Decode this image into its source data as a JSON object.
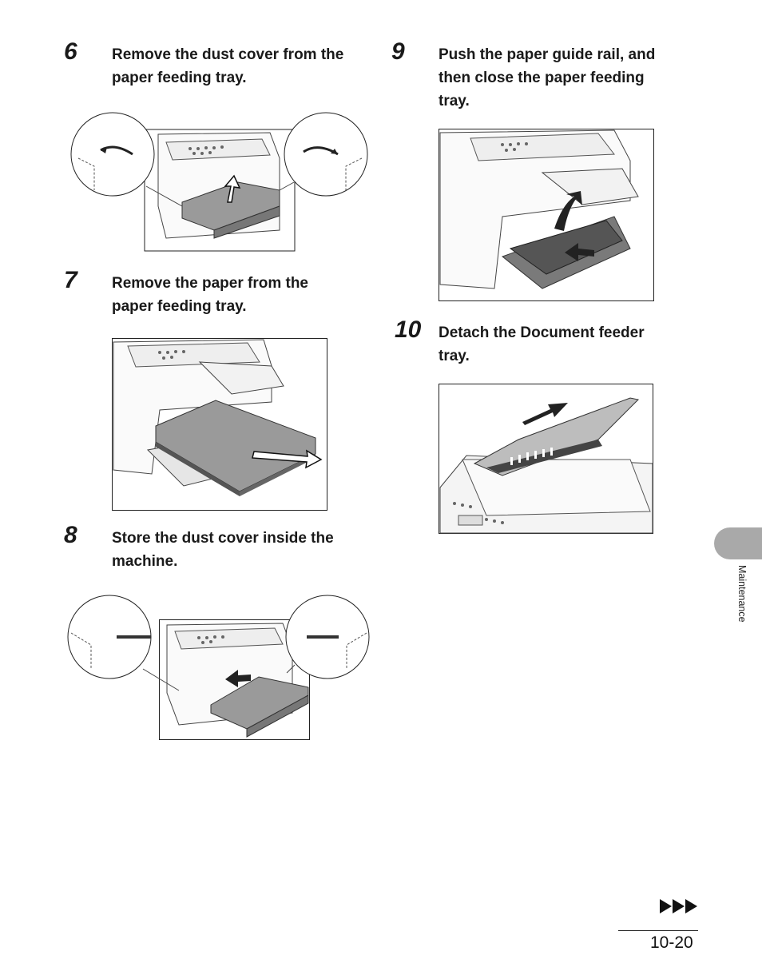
{
  "steps": [
    {
      "number": "6",
      "text_lines": [
        "Remove the dust cover from the",
        "paper feeding tray."
      ]
    },
    {
      "number": "7",
      "text_lines": [
        "Remove the paper from the",
        "paper feeding tray."
      ]
    },
    {
      "number": "8",
      "text_lines": [
        "Store the dust cover inside the",
        "machine."
      ]
    },
    {
      "number": "9",
      "text_lines": [
        "Push the paper guide rail, and",
        "then close the paper feeding",
        "tray."
      ]
    },
    {
      "number": "10",
      "text_lines": [
        "Detach the Document feeder",
        "tray."
      ]
    }
  ],
  "sidebar": {
    "section_label": "Maintenance",
    "tab_color": "#a9a9a9"
  },
  "footer": {
    "page_number": "10-20",
    "next_icon": "triple-triangle-right-icon"
  }
}
